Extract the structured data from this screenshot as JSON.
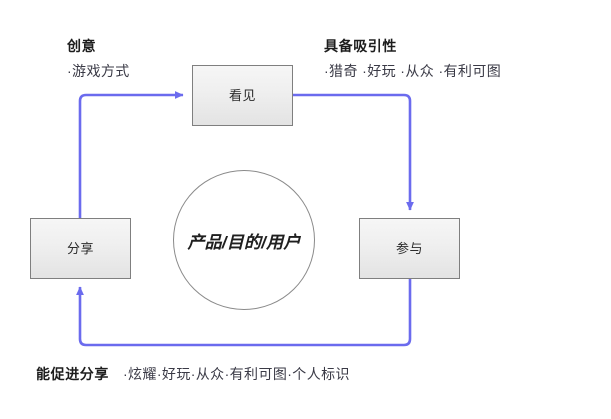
{
  "diagram": {
    "title_text": "产品/目的/用户",
    "accent_color": "#6b6bee",
    "node_border_color": "#7f7f7f",
    "ellipse_border_color": "#8a8a8a",
    "nodes": [
      {
        "id": "see",
        "label": "看见"
      },
      {
        "id": "share",
        "label": "分享"
      },
      {
        "id": "join",
        "label": "参与"
      }
    ],
    "annotations": {
      "creative": {
        "title": "创意",
        "items": "·游戏方式"
      },
      "attractive": {
        "title": "具备吸引性",
        "items": "·猎奇 ·好玩 ·从众 ·有利可图"
      },
      "share_promote": {
        "title": "能促进分享",
        "items": "·炫耀·好玩·从众·有利可图·个人标识"
      }
    }
  }
}
